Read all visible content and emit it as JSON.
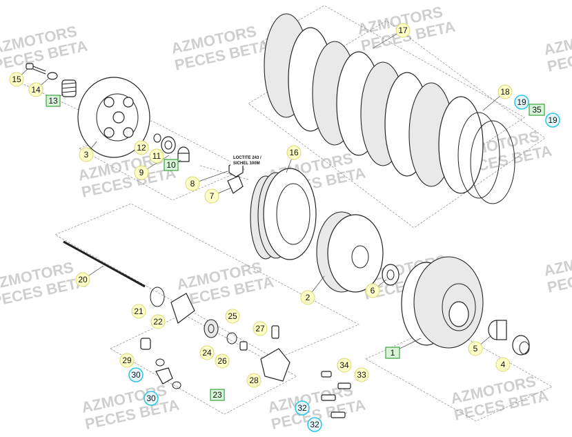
{
  "watermark": {
    "line1": "AZMOTORS",
    "line2": "PECES BETA"
  },
  "note": {
    "line1": "LOCTITE 243 /",
    "line2": "SICHEL 100M"
  },
  "callouts": [
    {
      "id": "c1",
      "label": "1",
      "style": "green-rect"
    },
    {
      "id": "c2",
      "label": "2",
      "style": "yellow-circle"
    },
    {
      "id": "c3",
      "label": "3",
      "style": "yellow-circle"
    },
    {
      "id": "c4",
      "label": "4",
      "style": "yellow-circle"
    },
    {
      "id": "c5",
      "label": "5",
      "style": "yellow-circle"
    },
    {
      "id": "c6",
      "label": "6",
      "style": "yellow-circle"
    },
    {
      "id": "c7",
      "label": "7",
      "style": "yellow-circle"
    },
    {
      "id": "c8",
      "label": "8",
      "style": "yellow-circle"
    },
    {
      "id": "c9",
      "label": "9",
      "style": "yellow-circle"
    },
    {
      "id": "c10",
      "label": "10",
      "style": "green-rect"
    },
    {
      "id": "c11",
      "label": "11",
      "style": "yellow-circle"
    },
    {
      "id": "c12",
      "label": "12",
      "style": "yellow-circle"
    },
    {
      "id": "c13",
      "label": "13",
      "style": "green-rect"
    },
    {
      "id": "c14",
      "label": "14",
      "style": "yellow-circle"
    },
    {
      "id": "c15",
      "label": "15",
      "style": "yellow-circle"
    },
    {
      "id": "c16",
      "label": "16",
      "style": "yellow-circle"
    },
    {
      "id": "c17",
      "label": "17",
      "style": "yellow-circle"
    },
    {
      "id": "c18",
      "label": "18",
      "style": "yellow-circle"
    },
    {
      "id": "c19a",
      "label": "19",
      "style": "cyan-circle"
    },
    {
      "id": "c19b",
      "label": "19",
      "style": "cyan-circle"
    },
    {
      "id": "c20",
      "label": "20",
      "style": "yellow-circle"
    },
    {
      "id": "c21",
      "label": "21",
      "style": "yellow-circle"
    },
    {
      "id": "c22",
      "label": "22",
      "style": "yellow-circle"
    },
    {
      "id": "c23",
      "label": "23",
      "style": "green-rect"
    },
    {
      "id": "c24",
      "label": "24",
      "style": "yellow-circle"
    },
    {
      "id": "c25",
      "label": "25",
      "style": "yellow-circle"
    },
    {
      "id": "c26",
      "label": "26",
      "style": "yellow-circle"
    },
    {
      "id": "c27",
      "label": "27",
      "style": "yellow-circle"
    },
    {
      "id": "c28",
      "label": "28",
      "style": "yellow-circle"
    },
    {
      "id": "c29",
      "label": "29",
      "style": "yellow-circle"
    },
    {
      "id": "c30a",
      "label": "30",
      "style": "cyan-circle"
    },
    {
      "id": "c30b",
      "label": "30",
      "style": "cyan-circle"
    },
    {
      "id": "c32a",
      "label": "32",
      "style": "cyan-circle"
    },
    {
      "id": "c32b",
      "label": "32",
      "style": "cyan-circle"
    },
    {
      "id": "c33",
      "label": "33",
      "style": "yellow-circle"
    },
    {
      "id": "c34",
      "label": "34",
      "style": "yellow-circle"
    },
    {
      "id": "c35",
      "label": "35",
      "style": "green-rect"
    }
  ],
  "colors": {
    "yellow_fill": "#ffffc8",
    "yellow_stroke": "#d8d870",
    "green_fill": "#d9f5d9",
    "green_stroke": "#3aa43a",
    "cyan_fill": "#e6f9ff",
    "cyan_stroke": "#2cc3e6",
    "watermark": "#cfcfcf"
  }
}
